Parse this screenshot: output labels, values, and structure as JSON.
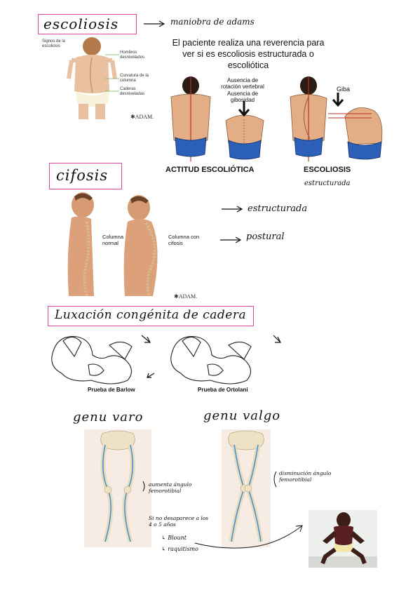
{
  "section_scoliosis": {
    "title": "escoliosis",
    "arrow_note": "maniobra de adams",
    "description": "El paciente realiza una reverencia para ver si es escoliosis estructurada o escoliótica",
    "signs_title": "Signos de la escoliosis",
    "signs": [
      "Hombros desnivelados",
      "Curvatura de la columna",
      "Caderas desniveladas"
    ],
    "adam_logo": "✱ADAM.",
    "figure_left_labels": [
      "Ausencia de rotación vertebral",
      "Ausencia de gibosidad"
    ],
    "figure_left_caption": "ACTITUD ESCOLIÓTICA",
    "figure_right_label": "Giba",
    "figure_right_caption": "ESCOLIOSIS",
    "figure_right_note": "estructurada"
  },
  "section_kyphosis": {
    "title": "cifosis",
    "label_normal": "Columna normal",
    "label_kyphosis": "Columna con cifosis",
    "note_1": "estructurada",
    "note_2": "postural",
    "adam_logo": "✱ADAM."
  },
  "section_hip": {
    "title": "Luxación congénita de cadera",
    "test_1": "Prueba de Barlow",
    "test_2": "Prueba de Ortolani"
  },
  "section_genu": {
    "varo_title": "genu varo",
    "valgo_title": "genu valgo",
    "varo_note": "aumenta ángulo femorotibial",
    "valgo_note": "disminución ángulo femorotibial",
    "persist_note": "Si no desaparece a los 4 o 5 años",
    "option_1": "↳ Blount",
    "option_2": "↳ raquitismo"
  }
}
